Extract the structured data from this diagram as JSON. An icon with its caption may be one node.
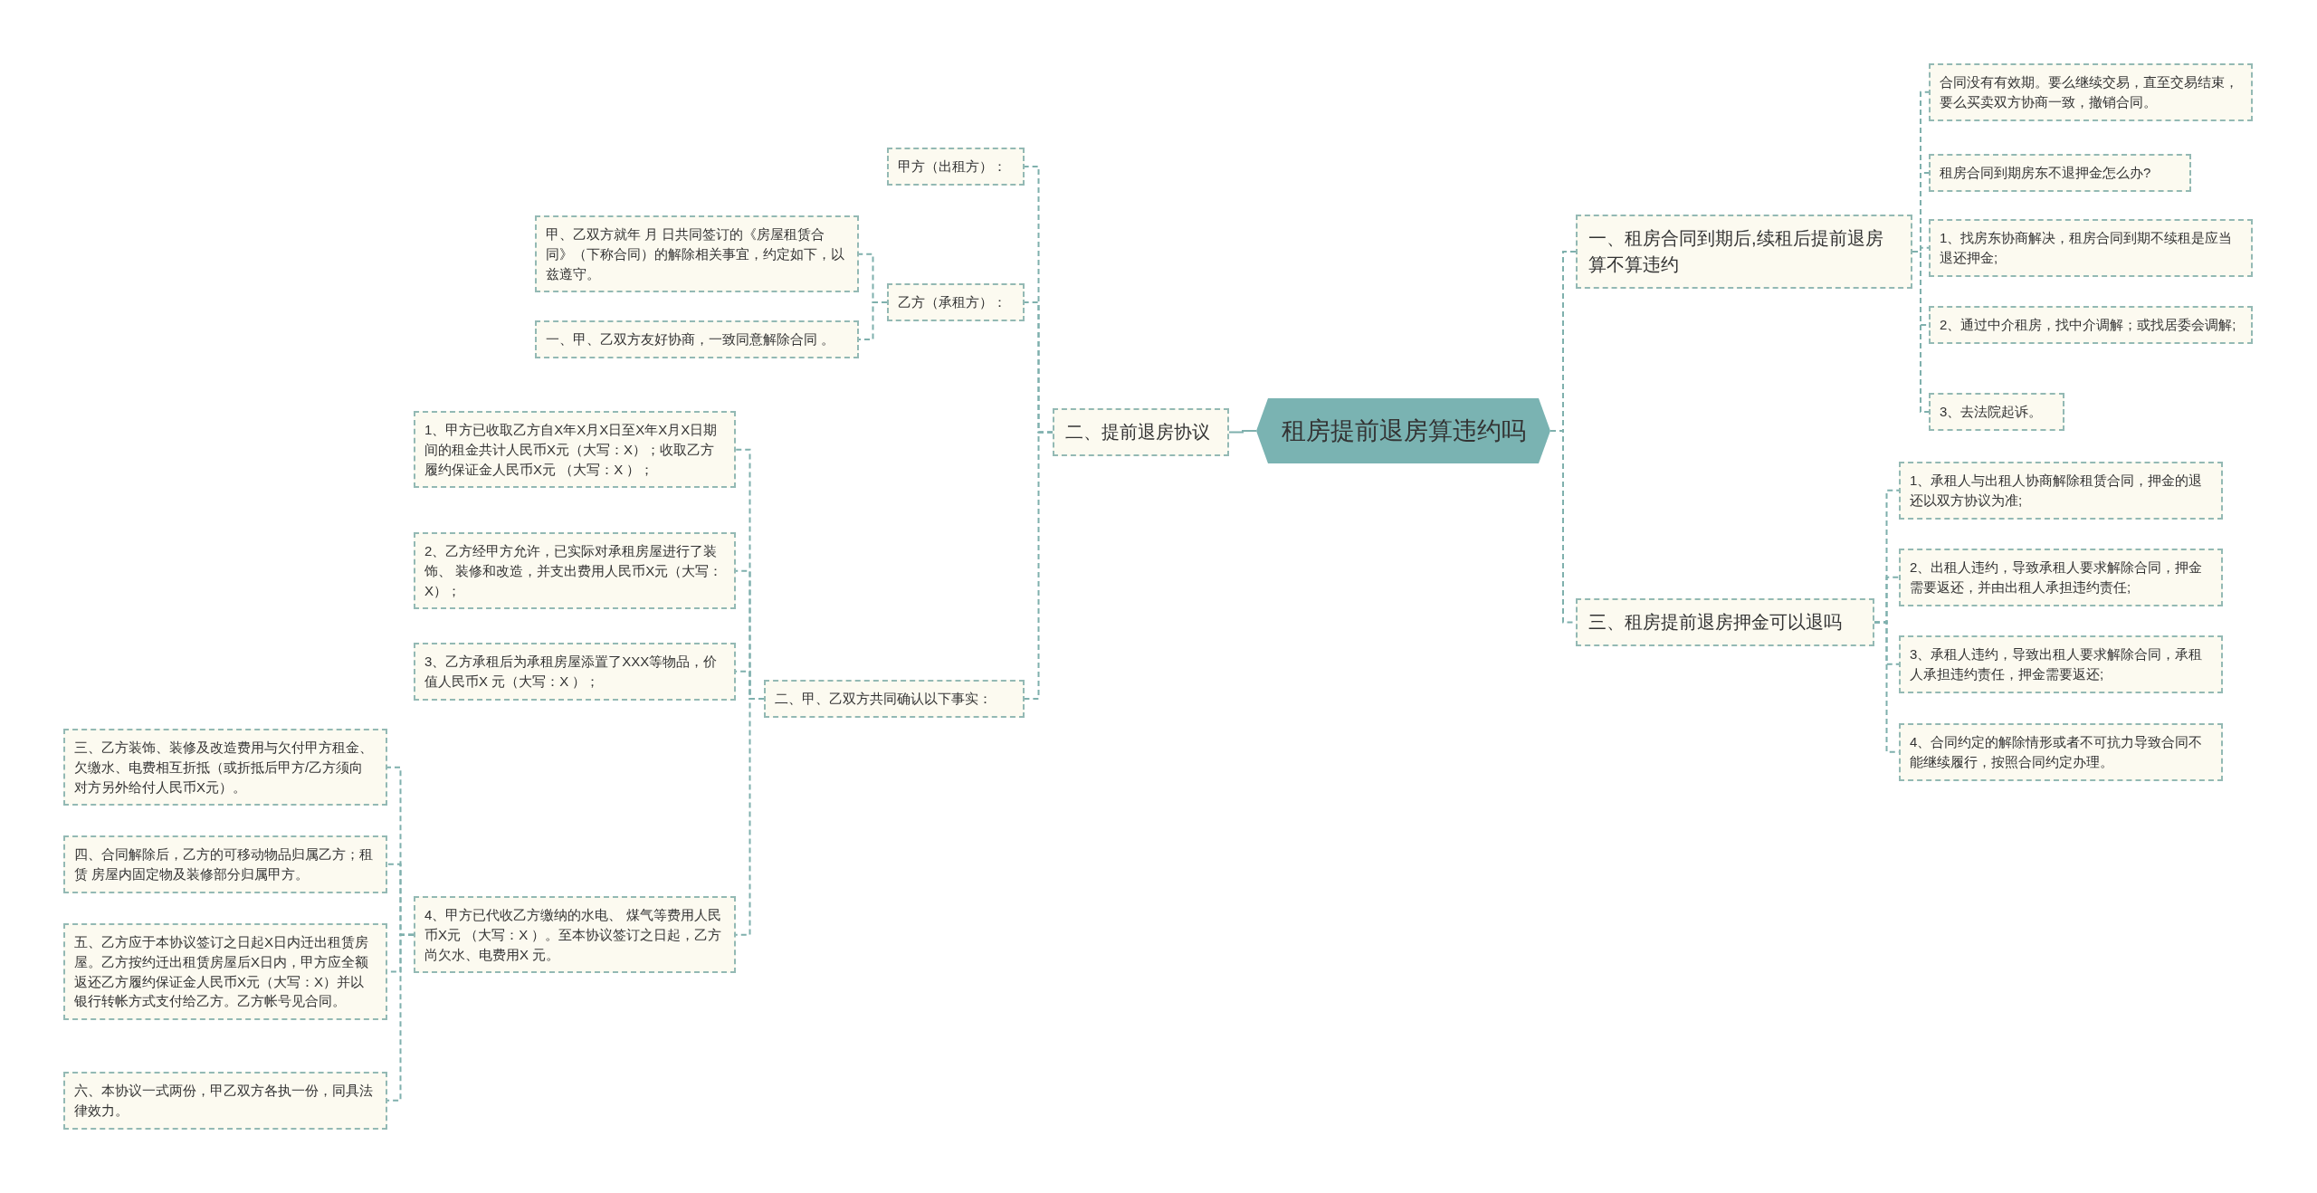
{
  "diagram": {
    "nodes": [
      {
        "text": [
          "租房提前退房算违约吗"
        ]
      },
      {
        "text": [
          "二、提前退房协议"
        ]
      },
      {
        "text": [
          "甲方（出租方）："
        ]
      },
      {
        "text": [
          "乙方（承租方）："
        ]
      },
      {
        "text": [
          "二、甲、乙双方共同确认以下事实："
        ]
      },
      {
        "text": [
          "甲、乙双方就年 月 日共同签订的《房屋租赁合同》（下称合同）的解除相关事宜，约定如下，以兹遵守。"
        ]
      },
      {
        "text": [
          "一、甲、乙双方友好协商，一致同意解除合同 。"
        ]
      },
      {
        "text": [
          "1、甲方已收取乙方自X年X月X日至X年X月X日期间的租金共计人民币X元（大写：X）；收取乙方履约保证金人民币X元 （大写：X ）；"
        ]
      },
      {
        "text": [
          "2、乙方经甲方允许，已实际对承租房屋进行了装饰、 装修和改造，并支出费用人民币X元（大写：X）；"
        ]
      },
      {
        "text": [
          "3、乙方承租后为承租房屋添置了XXX等物品，价值人民币X 元（大写：X ）；"
        ]
      },
      {
        "text": [
          "4、甲方已代收乙方缴纳的水电、 煤气等费用人民币X元 （大写：X ）。至本协议签订之日起，乙方尚欠水、电费用X 元。"
        ]
      },
      {
        "text": [
          "三、乙方装饰、装修及改造费用与欠付甲方租金、欠缴水、电费相互折抵（或折抵后甲方/乙方须向对方另外给付人民币X元）。"
        ]
      },
      {
        "text": [
          "四、合同解除后，乙方的可移动物品归属乙方；租赁 房屋内固定物及装修部分归属甲方。"
        ]
      },
      {
        "text": [
          "五、乙方应于本协议签订之日起X日内迁出租赁房屋。乙方按约迁出租赁房屋后X日内，甲方应全额返还乙方履约保证金人民币X元（大写：X）并以银行转帐方式支付给乙方。乙方帐号见合同。"
        ]
      },
      {
        "text": [
          "六、本协议一式两份，甲乙双方各执一份，同具法律效力。"
        ]
      },
      {
        "text": [
          "一、租房合同到期后,续租后提前退房算不算违约"
        ]
      },
      {
        "text": [
          "合同没有有效期。要么继续交易，直至交易结束，要么买卖双方协商一致，撤销合同。"
        ]
      },
      {
        "text": [
          "租房合同到期房东不退押金怎么办?"
        ]
      },
      {
        "text": [
          "1、找房东协商解决，租房合同到期不续租是应当退还押金;"
        ]
      },
      {
        "text": [
          "2、通过中介租房，找中介调解；或找居委会调解;"
        ]
      },
      {
        "text": [
          "3、去法院起诉。"
        ]
      },
      {
        "text": [
          "三、租房提前退房押金可以退吗"
        ]
      },
      {
        "text": [
          "1、承租人与出租人协商解除租赁合同，押金的退还以双方协议为准;"
        ]
      },
      {
        "text": [
          "2、出租人违约，导致承租人要求解除合同，押金需要返还，并由出租人承担违约责任;"
        ]
      },
      {
        "text": [
          "3、承租人违约，导致出租人要求解除合同，承租人承担违约责任，押金需要返还;"
        ]
      },
      {
        "text": [
          "4、合同约定的解除情形或者不可抗力导致合同不能继续履行，按照合同约定办理。"
        ]
      }
    ],
    "edges": [
      {
        "from": 0,
        "to": 1,
        "arrow": "none"
      },
      {
        "from": 1,
        "to": 2,
        "arrow": "none",
        "style": "dashed"
      },
      {
        "from": 1,
        "to": 3,
        "arrow": "none",
        "style": "dashed"
      },
      {
        "from": 1,
        "to": 4,
        "arrow": "none",
        "style": "dashed"
      },
      {
        "from": 3,
        "to": 5,
        "arrow": "none",
        "style": "dashed"
      },
      {
        "from": 3,
        "to": 6,
        "arrow": "none",
        "style": "dashed"
      },
      {
        "from": 4,
        "to": 7,
        "arrow": "none",
        "style": "dashed"
      },
      {
        "from": 4,
        "to": 8,
        "arrow": "none",
        "style": "dashed"
      },
      {
        "from": 4,
        "to": 9,
        "arrow": "none",
        "style": "dashed"
      },
      {
        "from": 4,
        "to": 10,
        "arrow": "none",
        "style": "dashed"
      },
      {
        "from": 10,
        "to": 11,
        "arrow": "none",
        "style": "dashed"
      },
      {
        "from": 10,
        "to": 12,
        "arrow": "none",
        "style": "dashed"
      },
      {
        "from": 10,
        "to": 13,
        "arrow": "none",
        "style": "dashed"
      },
      {
        "from": 10,
        "to": 14,
        "arrow": "none",
        "style": "dashed"
      },
      {
        "from": 0,
        "to": 15,
        "arrow": "none",
        "style": "dashed"
      },
      {
        "from": 15,
        "to": 16,
        "arrow": "none",
        "style": "dashed"
      },
      {
        "from": 15,
        "to": 17,
        "arrow": "none",
        "style": "dashed"
      },
      {
        "from": 15,
        "to": 18,
        "arrow": "none",
        "style": "dashed"
      },
      {
        "from": 15,
        "to": 19,
        "arrow": "none",
        "style": "dashed"
      },
      {
        "from": 15,
        "to": 20,
        "arrow": "none",
        "style": "dashed"
      },
      {
        "from": 0,
        "to": 21,
        "arrow": "none",
        "style": "dashed"
      },
      {
        "from": 21,
        "to": 22,
        "arrow": "none",
        "style": "dashed"
      },
      {
        "from": 21,
        "to": 23,
        "arrow": "none",
        "style": "dashed"
      },
      {
        "from": 21,
        "to": 24,
        "arrow": "none",
        "style": "dashed"
      },
      {
        "from": 21,
        "to": 25,
        "arrow": "none",
        "style": "dashed"
      }
    ]
  }
}
